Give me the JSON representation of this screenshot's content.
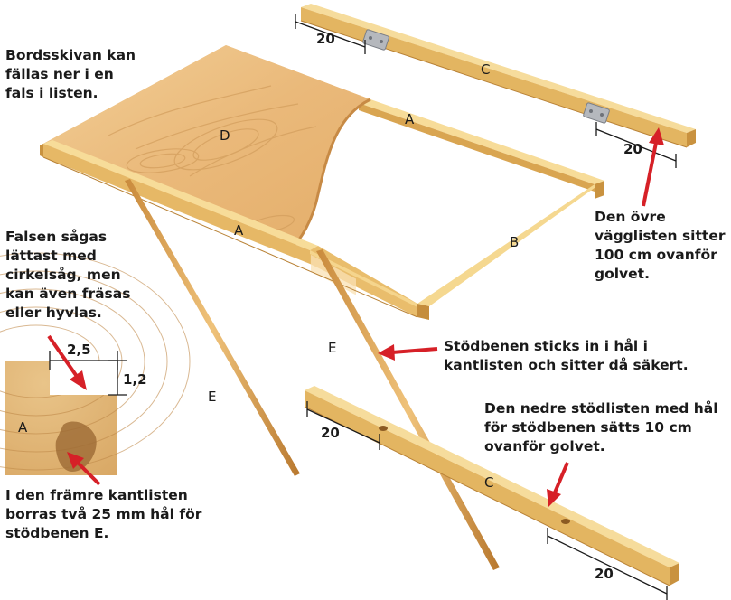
{
  "notes": {
    "folding": [
      "Bordsskivan kan",
      "fällas ner i en",
      "fals i listen."
    ],
    "rabbet": [
      "Falsen sågas",
      "lättast med",
      "cirkelsåg, men",
      "kan även fräsas",
      "eller hyvlas."
    ],
    "holes": [
      "I den främre kantlisten",
      "borras två 25 mm hål för",
      "stödbenen E."
    ],
    "upper_strip": [
      "Den övre",
      "vägglisten sitter",
      "100 cm ovanför",
      "golvet."
    ],
    "legs_inserted": [
      "Stödbenen sticks in i hål i",
      "kantlisten och sitter då säkert."
    ],
    "lower_strip": [
      "Den nedre stödlisten med hål",
      "för stödbenen sätts 10 cm",
      "ovanför golvet."
    ]
  },
  "part_labels": {
    "a_back": "A",
    "a_front": "A",
    "b": "B",
    "c_upper": "C",
    "c_lower": "C",
    "d": "D",
    "e_left": "E",
    "e_right": "E",
    "a_detail": "A"
  },
  "dimensions": {
    "upper_left": "20",
    "upper_right": "20",
    "lower_left": "20",
    "lower_right": "20",
    "rabbet_width": "2,5",
    "rabbet_depth": "1,2"
  },
  "colors": {
    "wood_light": "#f4d48a",
    "wood_mid": "#e8bf6a",
    "wood_dark": "#cf9a45",
    "plywood": "#eec58a",
    "arrow_red": "#d62027",
    "dim_line": "#1a1a1a"
  }
}
